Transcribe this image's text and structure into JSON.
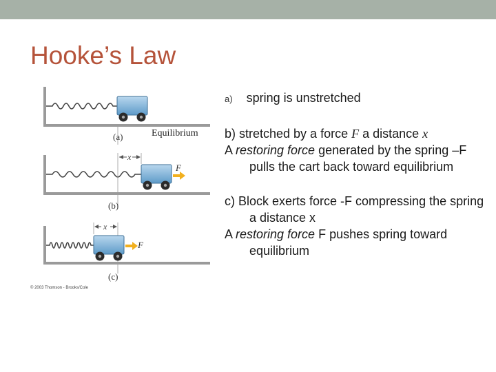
{
  "slide": {
    "title": "Hooke’s Law",
    "accent_color": "#b5533a",
    "top_bar_color": "#a6b1a7"
  },
  "figure": {
    "panel_a_label": "(a)",
    "panel_a_caption": "Equilibrium",
    "panel_b_label": "(b)",
    "panel_c_label": "(c)",
    "x_label": "x",
    "force_label": "F",
    "copyright": "© 2003 Thomson - Brooks/Cole"
  },
  "bullets": {
    "a_marker": "a)",
    "a_text": "spring is unstretched",
    "b_pre": "b) stretched by a force ",
    "b_F": "F",
    "b_mid": " a distance ",
    "b_x": "x",
    "b2_pre": "A ",
    "b2_italic": "restoring force",
    "b2_post": " generated by the spring –F pulls the cart back toward equilibrium",
    "c_text": "c) Block exerts force -F compressing the spring a distance x",
    "c2_pre": "A ",
    "c2_italic": "restoring force",
    "c2_post": " F pushes spring toward equilibrium"
  }
}
